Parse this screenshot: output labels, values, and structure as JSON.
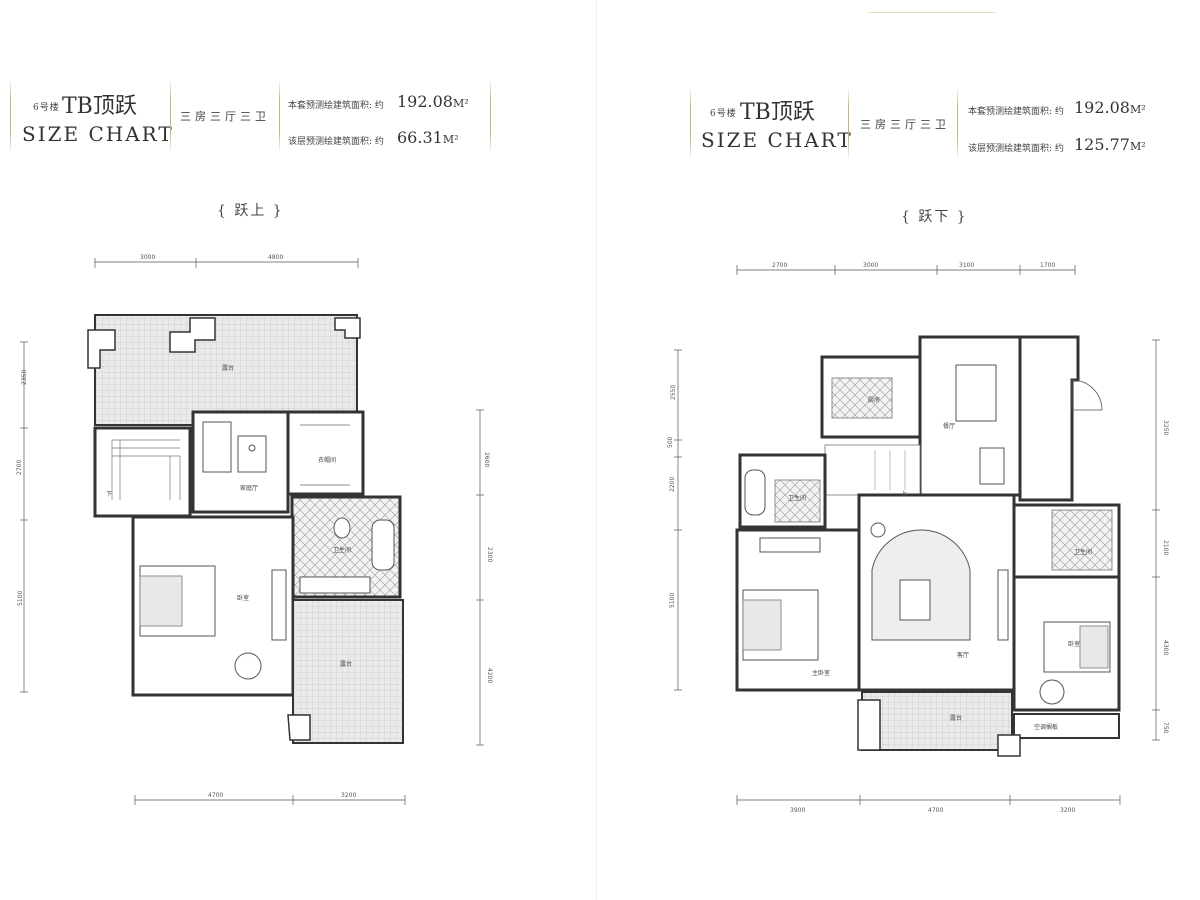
{
  "left": {
    "building": "6号楼",
    "type": "TB顶跃",
    "size_chart": "SIZE CHART",
    "rooms": "三房三厅三卫",
    "total_area_label": "本套预测绘建筑面积: 约",
    "total_area_value": "192.08",
    "total_area_unit": "M²",
    "floor_area_label": "该层预测绘建筑面积: 约",
    "floor_area_value": "66.31",
    "floor_area_unit": "M²",
    "section_title": "{ 跃上 }",
    "dims_top": [
      "3000",
      "4800"
    ],
    "dims_bottom": [
      "4700",
      "3200"
    ],
    "dims_left": [
      "2350",
      "2700",
      "5100"
    ],
    "dims_right": [
      "2600",
      "2300",
      "4200"
    ],
    "room_labels": {
      "terrace_top": "露台",
      "family_hall": "家庭厅",
      "cloakroom": "衣帽间",
      "bath": "卫生间",
      "bedroom": "卧室",
      "terrace_bottom": "露台",
      "down": "下"
    }
  },
  "right": {
    "building": "6号楼",
    "type": "TB顶跃",
    "size_chart": "SIZE CHART",
    "rooms": "三房三厅三卫",
    "total_area_label": "本套预测绘建筑面积: 约",
    "total_area_value": "192.08",
    "total_area_unit": "M²",
    "floor_area_label": "该层预测绘建筑面积: 约",
    "floor_area_value": "125.77",
    "floor_area_unit": "M²",
    "section_title": "{ 跃下 }",
    "dims_top": [
      "2700",
      "3000",
      "3100",
      "1700"
    ],
    "dims_bottom": [
      "3900",
      "4700",
      "3200"
    ],
    "dims_left": [
      "2550",
      "500",
      "2200",
      "5100"
    ],
    "dims_right": [
      "3250",
      "2100",
      "4300",
      "750"
    ],
    "room_labels": {
      "kitchen": "厨房",
      "dining": "餐厅",
      "bath1": "卫生间",
      "master": "主卧室",
      "living": "客厅",
      "bath2": "卫生间",
      "bedroom": "卧室",
      "terrace": "露台",
      "ac": "空调搁板",
      "up": "上"
    }
  },
  "colors": {
    "gold": "#c9b27a",
    "wall": "#333333",
    "terrace_fill": "#e9e9e9",
    "tile_fill": "#d9d9d9"
  }
}
